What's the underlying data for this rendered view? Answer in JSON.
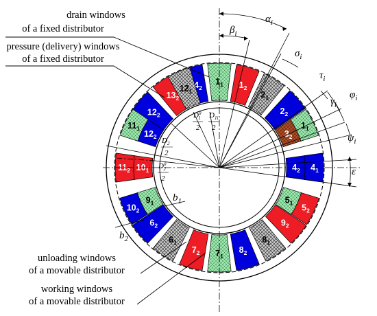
{
  "annotations": {
    "drain_line1": "drain windows",
    "drain_line2": "of a fixed distributor",
    "pressure_line1": "pressure (delivery) windows",
    "pressure_line2": "of a fixed distributor",
    "unloading_line1": "unloading windows",
    "unloading_line2": "of a movable distributor",
    "working_line1": "working windows",
    "working_line2": "of a movable distributor"
  },
  "symbols": {
    "alpha": "α",
    "alpha_sub": "i",
    "beta": "β",
    "beta_sub": "i",
    "sigma": "σ",
    "sigma_sub": "i",
    "tau": "τ",
    "tau_sub": "i",
    "phi": "φ",
    "phi_sub": "i",
    "gamma": "γ",
    "gamma_sub": "i",
    "psi": "ψ",
    "psi_sub": "i",
    "epsilon": "ε",
    "b1": "b",
    "b1_sub": "1",
    "b2": "b",
    "b2_sub": "2",
    "d1_0_num": "D",
    "d1_0_sup": "0",
    "d1_0_sub": "1",
    "d1_num": "D",
    "d1_sub": "1i",
    "d2_num": "D",
    "d2_sub": "2",
    "d2_0_num": "D",
    "d2_0_sup": "0",
    "d2_0_sub": "2",
    "denominator": "2"
  },
  "colors": {
    "red": "#ee1c24",
    "dark_red": "#d21f28",
    "blue": "#0000dd",
    "green": "#9ee6b0",
    "gray": "#b8b8b8",
    "brown": "#b0502a",
    "outline": "#000000"
  },
  "outer_windows": [
    {
      "angle": 0,
      "main": "1",
      "sub": "1",
      "fill": "green"
    },
    {
      "angle": 16,
      "main": "1",
      "sub": "2",
      "fill": "red"
    },
    {
      "angle": 32,
      "main": "2",
      "sub": "1",
      "fill": "gray"
    },
    {
      "angle": 49,
      "main": "2",
      "sub": "2",
      "fill": "blue"
    },
    {
      "angle": 90,
      "main": "4",
      "sub": "1",
      "fill": "blue"
    },
    {
      "angle": 180,
      "main": "7",
      "sub": "1",
      "fill": "green"
    },
    {
      "angle": 196,
      "main": "7",
      "sub": "2",
      "fill": "red"
    },
    {
      "angle": 213,
      "main": "6",
      "sub": "1",
      "fill": "gray"
    },
    {
      "angle": 230,
      "main": "6",
      "sub": "2",
      "fill": "blue"
    },
    {
      "angle": 164,
      "main": "8",
      "sub": "2",
      "fill": "blue"
    },
    {
      "angle": 147,
      "main": "8",
      "sub": "1",
      "fill": "gray"
    },
    {
      "angle": 130,
      "main": "9",
      "sub": "2",
      "fill": "red"
    },
    {
      "angle": 270,
      "main": "11",
      "sub": "2",
      "fill": "red"
    },
    {
      "angle": 310,
      "main": "12",
      "sub": "2",
      "fill": "blue"
    },
    {
      "angle": 327,
      "main": "13",
      "sub": "2",
      "fill": "red"
    },
    {
      "angle": 344,
      "main": "14",
      "sub": "2",
      "fill": "blue"
    },
    {
      "angle": 337,
      "main": "12",
      "sub": "1",
      "fill": "gray"
    }
  ],
  "split_windows": [
    {
      "angle": 64,
      "top": {
        "main": "1",
        "sub": "1",
        "fill": "green"
      },
      "bottom": {
        "main": "3",
        "sub": "2",
        "fill": "brown"
      }
    },
    {
      "angle": 90,
      "top": {
        "main": "4",
        "sub": "1",
        "fill": "blue"
      },
      "bottom": {
        "main": "4",
        "sub": "2",
        "fill": "blue"
      }
    },
    {
      "angle": 115,
      "top": {
        "main": "5",
        "sub": "2",
        "fill": "red"
      },
      "bottom": {
        "main": "5",
        "sub": "1",
        "fill": "green"
      }
    },
    {
      "angle": 245,
      "top": {
        "main": "10",
        "sub": "2",
        "fill": "blue"
      },
      "bottom": {
        "main": "9",
        "sub": "1",
        "fill": "green"
      }
    },
    {
      "angle": 270,
      "top": {
        "main": "11",
        "sub": "2",
        "fill": "red"
      },
      "bottom": {
        "main": "10",
        "sub": "1",
        "fill": "red"
      }
    },
    {
      "angle": 296,
      "top": {
        "main": "11",
        "sub": "1",
        "fill": "green"
      },
      "bottom": {
        "main": "12",
        "sub": "2",
        "fill": "blue"
      }
    }
  ]
}
